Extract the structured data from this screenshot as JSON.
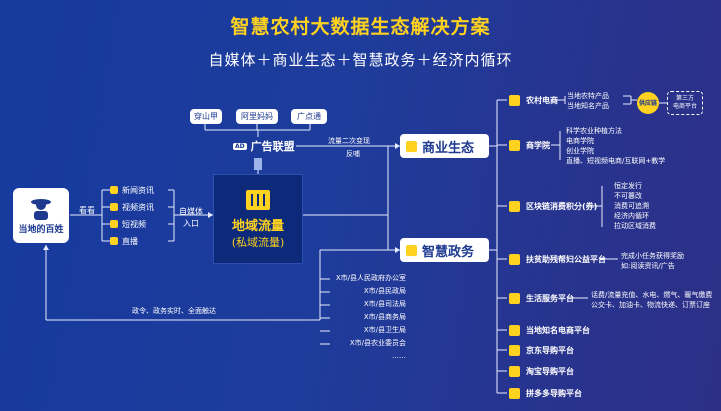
{
  "title": "智慧农村大数据生态解决方案",
  "subtitle": "自媒体＋商业生态＋智慧政务＋经济内循环",
  "people_label": "当地的百姓",
  "watch_label": "看看",
  "media_items": [
    "新闻资讯",
    "视频资讯",
    "短视频",
    "直播"
  ],
  "self_media_entry": [
    "自媒体",
    "入口"
  ],
  "regional_traffic": {
    "title": "地域流量",
    "subtitle": "(私域流量)"
  },
  "ad_alliance": {
    "badge": "AD",
    "label": "广告联盟"
  },
  "ad_partners": [
    "穿山甲",
    "阿里妈妈",
    "广点通"
  ],
  "traffic_flow": [
    "流量二次变现",
    "反哺"
  ],
  "commerce_label": "商业生态",
  "gov_label": "智慧政务",
  "gov_offices": [
    "X市/县人民政府办公室",
    "X市/县民政局",
    "X市/县司法局",
    "X市/县商务局",
    "X市/县卫生局",
    "X市/县农业委员会",
    "……"
  ],
  "bottom_feedback": "政令、政务实时、全面触达",
  "ecommerce": {
    "label": "农村电商",
    "items": [
      "当地农特产品",
      "当地知名产品"
    ],
    "supply_chain": "供应链",
    "third_party": [
      "第三方",
      "电商平台"
    ]
  },
  "academy": {
    "label": "商学院",
    "items": [
      "科学农业种植方法",
      "电商学院",
      "创业学院",
      "直播、短视频电商/互联网+教学"
    ]
  },
  "blockchain": {
    "label": "区块链消费积分(券)",
    "items": [
      "恒定发行",
      "不可篡改",
      "消费可追溯",
      "经济内循环",
      "拉动区域消费"
    ]
  },
  "poverty": {
    "label": "扶贫助残帮妇公益平台",
    "items": [
      "完成小任务获得奖励",
      "如:阅读资讯/广告"
    ]
  },
  "life": {
    "label": "生活服务平台",
    "items": [
      "话费/流量充值、水电、燃气、暖气缴费",
      "公交卡、加油卡、物流快递、订票订座"
    ]
  },
  "platforms": [
    "当地知名电商平台",
    "京东导购平台",
    "淘宝导购平台",
    "拼多多导购平台"
  ],
  "colors": {
    "accent": "#ffd21f",
    "background": "#1e3c9c"
  }
}
